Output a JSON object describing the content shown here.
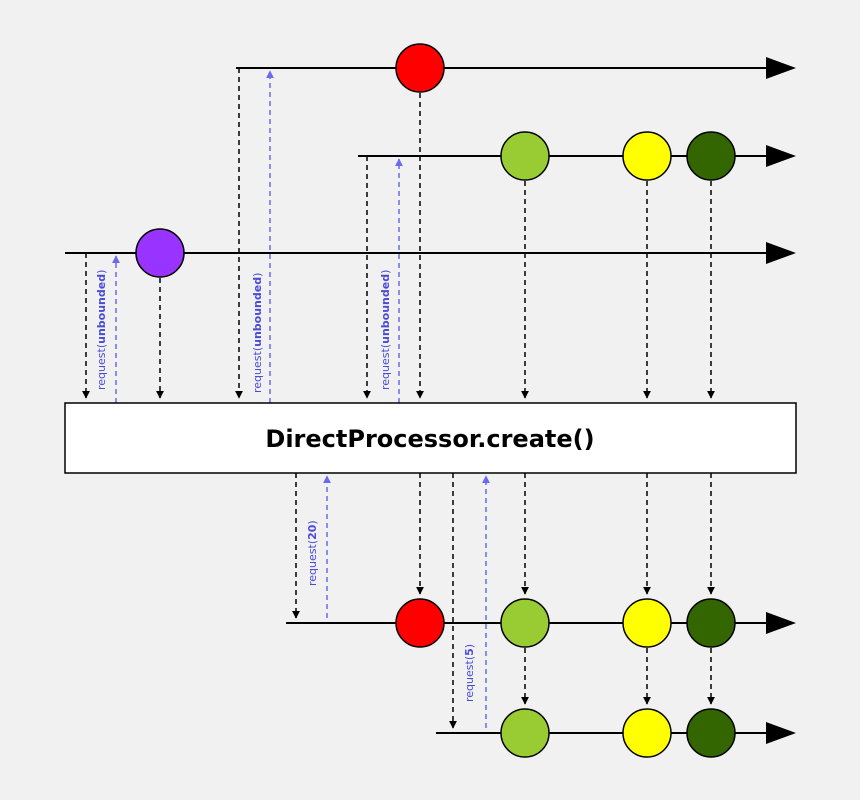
{
  "operator_label": "DirectProcessor.create()",
  "request_labels": {
    "prefix": "request(",
    "suffix": ")",
    "source_1": "unbounded",
    "source_2": "unbounded",
    "source_3": "unbounded",
    "subscriber_1": "20",
    "subscriber_2": "5"
  },
  "colors": {
    "background": "#f1f1f1",
    "timeline": "#000000",
    "request_arrow": "#6a6aef",
    "purple": "#9933ff",
    "red": "#ff0000",
    "light_green": "#99cc33",
    "yellow": "#ffff00",
    "dark_green": "#336600"
  },
  "marbles": {
    "source_1": [
      "purple"
    ],
    "source_2": [
      "red"
    ],
    "source_3": [
      "light_green",
      "yellow",
      "dark_green"
    ],
    "subscriber_1": [
      "red",
      "light_green",
      "yellow",
      "dark_green"
    ],
    "subscriber_2": [
      "light_green",
      "yellow",
      "dark_green"
    ]
  }
}
